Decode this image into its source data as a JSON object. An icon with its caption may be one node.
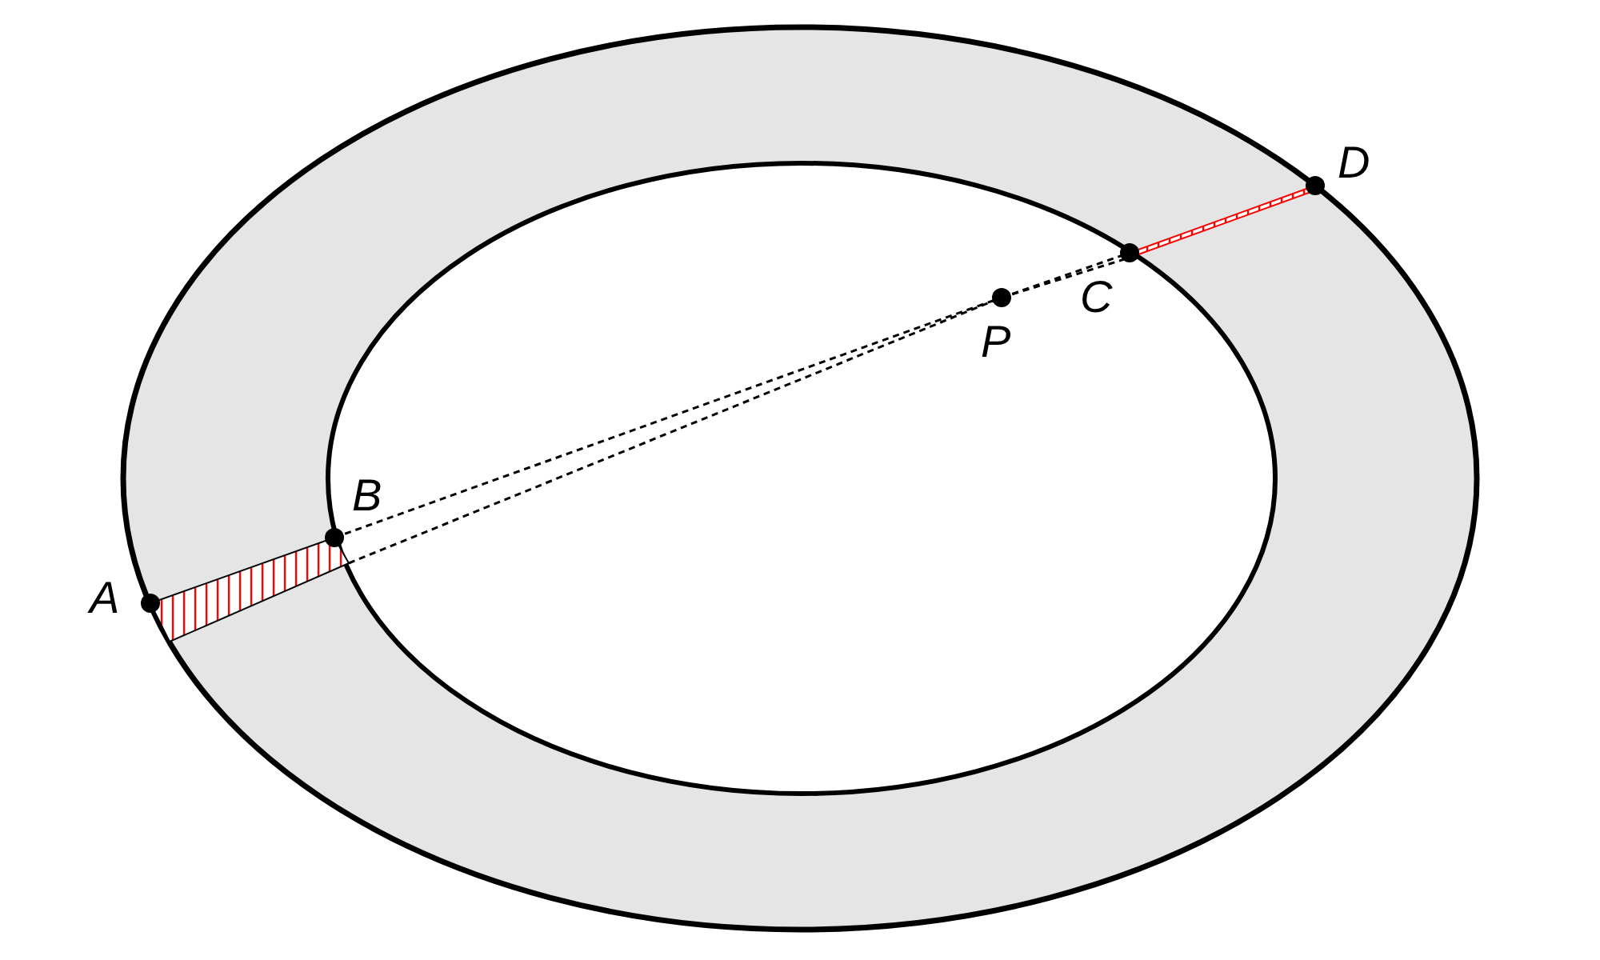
{
  "diagram": {
    "labels": [
      "D",
      "C",
      "P",
      "B",
      "A"
    ]
  }
}
